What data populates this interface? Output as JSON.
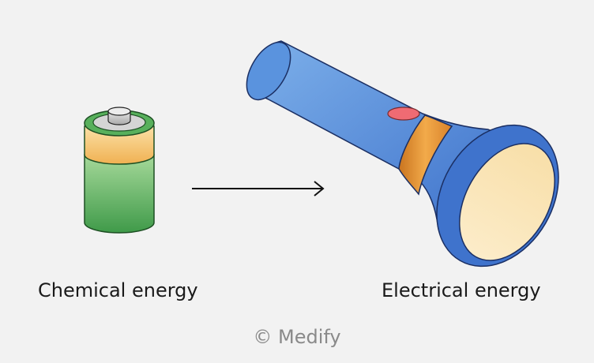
{
  "labels": {
    "source": "Chemical energy",
    "result": "Electrical energy"
  },
  "credit": "© Medify",
  "colors": {
    "background": "#f2f2f2",
    "battery_body": "#4fa552",
    "battery_band": "#f2b45a",
    "flashlight_body": "#4f86d6",
    "flashlight_band": "#e08f2c",
    "flashlight_button": "#ef6b73",
    "flashlight_lens": "#f8e0a8",
    "arrow": "#111111"
  },
  "icons": {
    "battery": "battery-icon",
    "arrow": "arrow-right-icon",
    "flashlight": "flashlight-icon"
  }
}
